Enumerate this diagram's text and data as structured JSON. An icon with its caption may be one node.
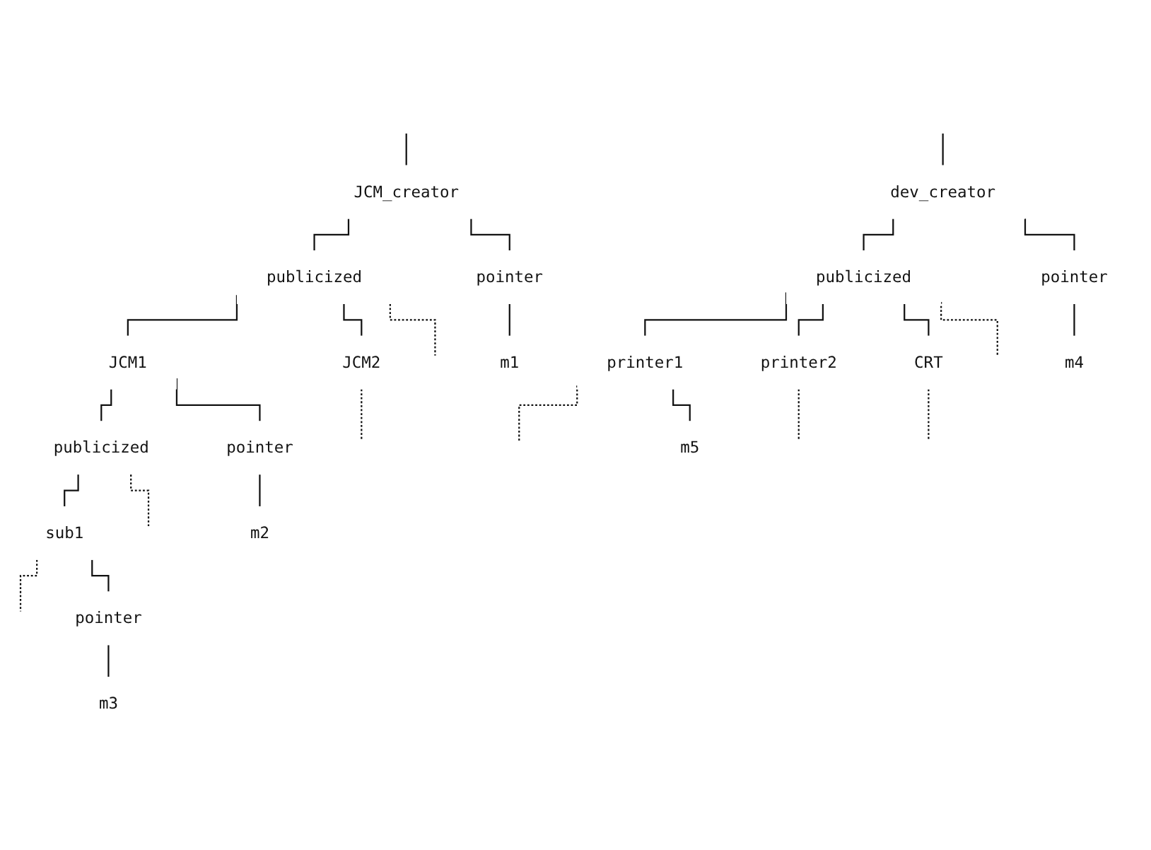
{
  "diagram": {
    "nodes": [
      {
        "text": [
          "JCM_creator"
        ]
      },
      {
        "text": [
          "publicized"
        ]
      },
      {
        "text": [
          "pointer"
        ]
      },
      {
        "text": [
          "m1"
        ]
      },
      {
        "text": [
          "JCM1"
        ]
      },
      {
        "text": [
          "JCM2"
        ]
      },
      {
        "text": [
          "publicized"
        ]
      },
      {
        "text": [
          "pointer"
        ]
      },
      {
        "text": [
          "m2"
        ]
      },
      {
        "text": [
          "sub1"
        ]
      },
      {
        "text": [
          "pointer"
        ]
      },
      {
        "text": [
          "m3"
        ]
      },
      {
        "text": [
          "dev_creator"
        ]
      },
      {
        "text": [
          "publicized"
        ]
      },
      {
        "text": [
          "pointer"
        ]
      },
      {
        "text": [
          "m4"
        ]
      },
      {
        "text": [
          "printer1"
        ]
      },
      {
        "text": [
          "printer2"
        ]
      },
      {
        "text": [
          "CRT"
        ]
      },
      {
        "text": [
          "m5"
        ]
      }
    ],
    "edges": [
      {
        "from": null,
        "to": 0,
        "arrow": "none"
      },
      {
        "from": 0,
        "to": 1,
        "arrow": "none"
      },
      {
        "from": 0,
        "to": 2,
        "arrow": "none"
      },
      {
        "from": 2,
        "to": 3,
        "arrow": "none"
      },
      {
        "from": 1,
        "to": 4,
        "arrow": "none"
      },
      {
        "from": 1,
        "to": 5,
        "arrow": "none"
      },
      {
        "from": 1,
        "to": null,
        "arrow": "none",
        "style": "dashed"
      },
      {
        "from": 5,
        "to": null,
        "arrow": "none",
        "style": "dashed"
      },
      {
        "from": 4,
        "to": 6,
        "arrow": "none"
      },
      {
        "from": 4,
        "to": 7,
        "arrow": "none"
      },
      {
        "from": 7,
        "to": 8,
        "arrow": "none"
      },
      {
        "from": 6,
        "to": 9,
        "arrow": "none"
      },
      {
        "from": 6,
        "to": null,
        "arrow": "none",
        "style": "dashed"
      },
      {
        "from": 9,
        "to": null,
        "arrow": "none",
        "style": "dashed"
      },
      {
        "from": 9,
        "to": 10,
        "arrow": "none"
      },
      {
        "from": 10,
        "to": 11,
        "arrow": "none"
      },
      {
        "from": null,
        "to": 12,
        "arrow": "none"
      },
      {
        "from": 12,
        "to": 13,
        "arrow": "none"
      },
      {
        "from": 12,
        "to": 14,
        "arrow": "none"
      },
      {
        "from": 14,
        "to": 15,
        "arrow": "none"
      },
      {
        "from": 13,
        "to": 16,
        "arrow": "none"
      },
      {
        "from": 13,
        "to": 17,
        "arrow": "none"
      },
      {
        "from": 13,
        "to": 18,
        "arrow": "none"
      },
      {
        "from": 13,
        "to": null,
        "arrow": "none",
        "style": "dashed"
      },
      {
        "from": 16,
        "to": null,
        "arrow": "none",
        "style": "dashed"
      },
      {
        "from": 16,
        "to": 19,
        "arrow": "none"
      },
      {
        "from": 17,
        "to": null,
        "arrow": "none",
        "style": "dashed"
      },
      {
        "from": 18,
        "to": null,
        "arrow": "none",
        "style": "dashed"
      }
    ]
  }
}
